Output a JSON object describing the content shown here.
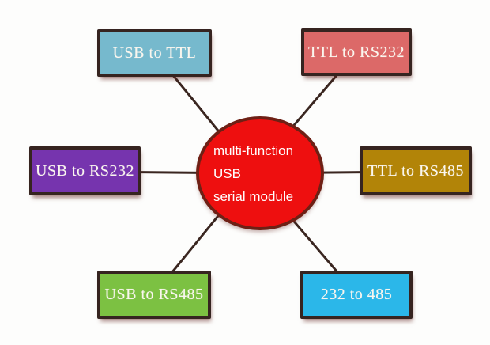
{
  "diagram": {
    "background_color": "#fdfdfc",
    "connector_color": "#3a2620",
    "node_border_color": "#362420",
    "node_text_color": "#faf6ee",
    "center": {
      "lines": [
        "multi-function",
        "USB",
        "serial module"
      ],
      "fill": "#ee0f0f",
      "border_color": "#6e2015",
      "text_color": "#ffffff"
    },
    "nodes": [
      {
        "id": "usb-to-ttl",
        "label": "USB to TTL",
        "fill": "#76b9cd"
      },
      {
        "id": "ttl-to-rs232",
        "label": "TTL to RS232",
        "fill": "#dc6968"
      },
      {
        "id": "usb-to-rs232",
        "label": "USB to RS232",
        "fill": "#7634ae"
      },
      {
        "id": "ttl-to-rs485",
        "label": "TTL to RS485",
        "fill": "#b28408"
      },
      {
        "id": "usb-to-rs485",
        "label": "USB to RS485",
        "fill": "#7cc142"
      },
      {
        "id": "232-to-485",
        "label": "232 to 485",
        "fill": "#2bb7e9"
      }
    ]
  }
}
